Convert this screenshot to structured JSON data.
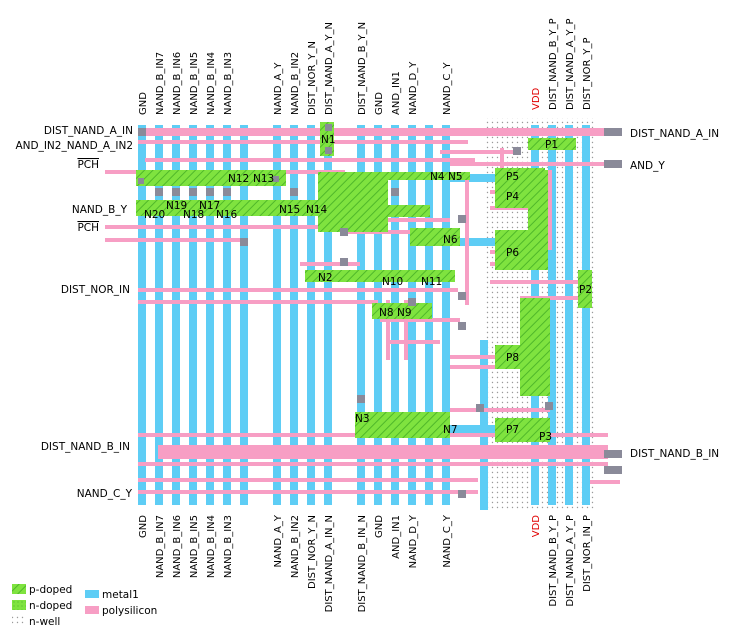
{
  "colors": {
    "metal1": "#5ecdf5",
    "polysilicon": "#f79ec4",
    "p_doped": "#6fe04a",
    "n_doped": "#7fe33f",
    "contact": "#8a8a99",
    "nwell_dots": "#9a9a9a",
    "vdd_label": "#e00000"
  },
  "top_labels": [
    "GND",
    "NAND_B_IN7",
    "NAND_B_IN6",
    "NAND_B_IN5",
    "NAND_B_IN4",
    "NAND_B_IN3",
    "NAND_A_Y",
    "NAND_B_IN2",
    "DIST_NOR_Y_N",
    "DIST_NAND_A_Y_N",
    "DIST_NAND_B_Y_N",
    "GND",
    "AND_IN1",
    "NAND_D_Y",
    "NAND_C_Y",
    "VDD",
    "DIST_NAND_B_Y_P",
    "DIST_NAND_A_Y_P",
    "DIST_NOR_Y_P"
  ],
  "bottom_labels": [
    "GND",
    "NAND_B_IN7",
    "NAND_B_IN6",
    "NAND_B_IN5",
    "NAND_B_IN4",
    "NAND_B_IN3",
    "NAND_A_Y",
    "NAND_B_IN2",
    "DIST_NOR_Y_N",
    "DIST_NAND_A_IN_N",
    "DIST_NAND_B_IN_N",
    "GND",
    "AND_IN1",
    "NAND_D_Y",
    "NAND_C_Y",
    "VDD",
    "DIST_NAND_B_Y_P",
    "DIST_NAND_A_Y_P",
    "DIST_NOR_IN_P"
  ],
  "left_labels": [
    "DIST_NAND_A_IN",
    "AND_IN2_NAND_A_IN2",
    "PCH",
    "NAND_B_Y",
    "PCH",
    "DIST_NOR_IN",
    "DIST_NAND_B_IN",
    "NAND_C_Y"
  ],
  "right_labels": [
    "DIST_NAND_A_IN",
    "AND_Y",
    "DIST_NAND_B_IN"
  ],
  "transistors": [
    "N1",
    "N12",
    "N13",
    "N4",
    "N5",
    "P5",
    "P1",
    "P4",
    "N19",
    "N17",
    "N20",
    "N18",
    "N16",
    "N15",
    "N14",
    "N6",
    "P6",
    "N2",
    "N10",
    "N11",
    "P2",
    "N8",
    "N9",
    "P8",
    "N3",
    "N7",
    "P7",
    "P3"
  ],
  "legend": [
    "p-doped",
    "n-doped",
    "n-well",
    "metal1",
    "polysilicon"
  ]
}
